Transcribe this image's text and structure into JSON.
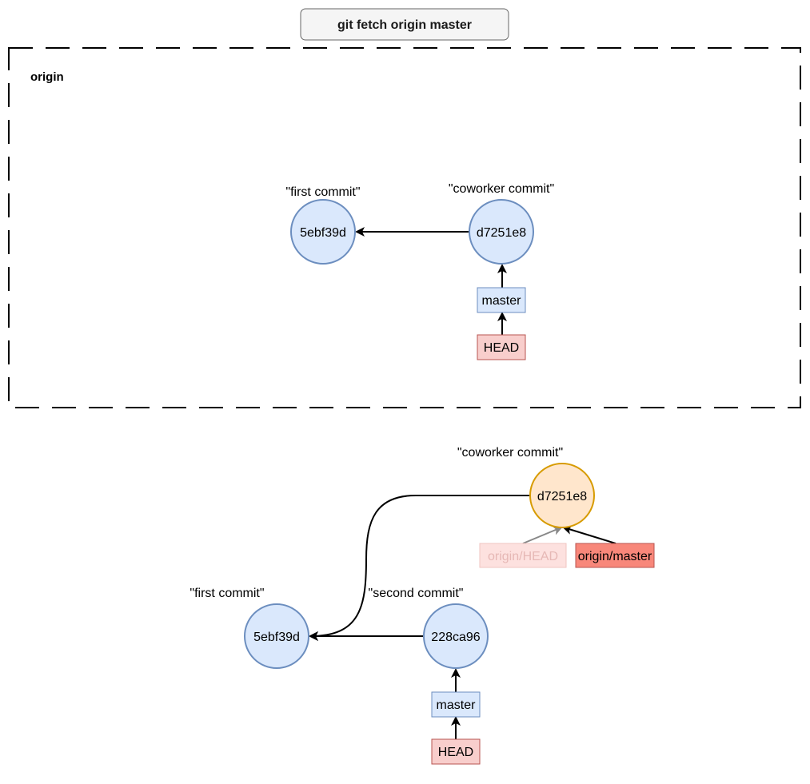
{
  "title": {
    "label": "git fetch origin master"
  },
  "origin": {
    "label": "origin",
    "commits": [
      {
        "hash": "5ebf39d",
        "message": "\"first commit\""
      },
      {
        "hash": "d7251e8",
        "message": "\"coworker commit\""
      }
    ],
    "refs": {
      "master": "master",
      "head": "HEAD"
    }
  },
  "local": {
    "commits": [
      {
        "hash": "5ebf39d",
        "message": "\"first commit\""
      },
      {
        "hash": "228ca96",
        "message": "\"second commit\""
      },
      {
        "hash": "d7251e8",
        "message": "\"coworker commit\""
      }
    ],
    "refs": {
      "master": "master",
      "head": "HEAD",
      "origin_head": "origin/HEAD",
      "origin_master": "origin/master"
    }
  },
  "colors": {
    "commit_fill": "#dae8fc",
    "commit_stroke": "#6c8ebf",
    "fetched_fill": "#ffe6cc",
    "fetched_stroke": "#d79b00",
    "head_fill": "#f8cecc",
    "head_stroke": "#b85450",
    "origin_master_fill": "#f8877a",
    "origin_head_fill": "#fde1df",
    "origin_head_text": "#e6b8b5"
  }
}
